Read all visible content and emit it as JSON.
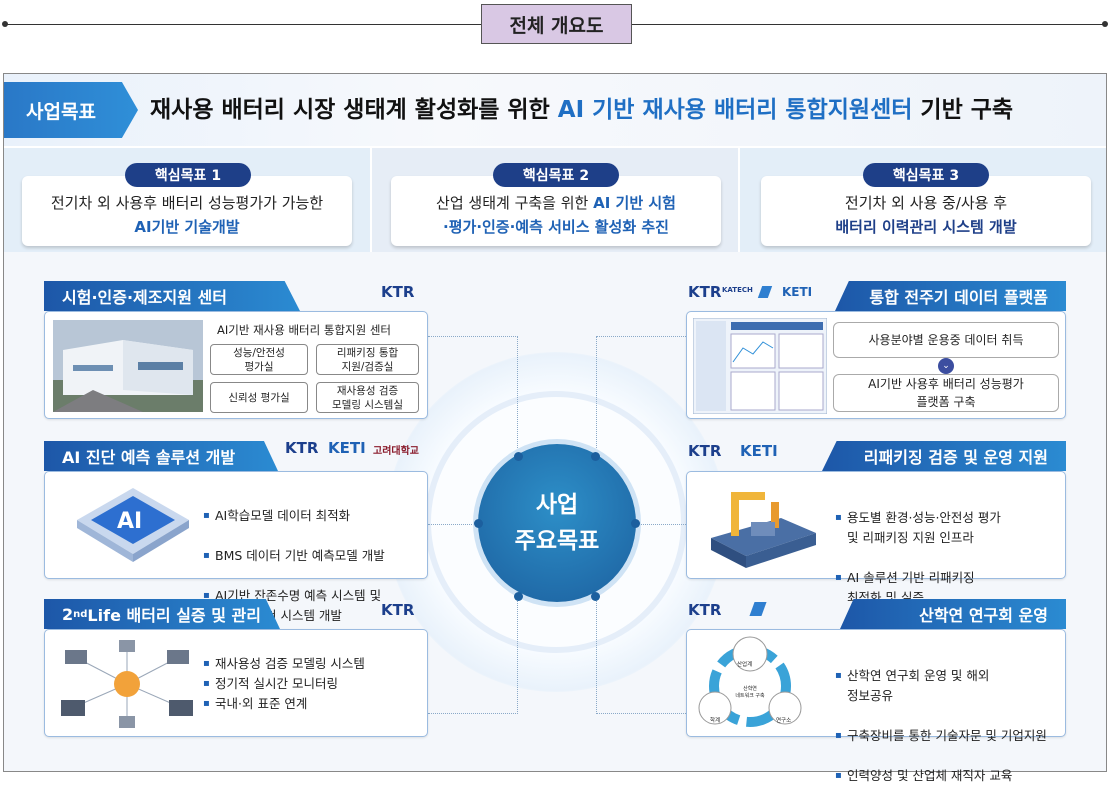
{
  "header": {
    "title": "전체 개요도"
  },
  "goal": {
    "tag": "사업목표",
    "text_a": "재사용 배터리 시장 생태계 활성화를 위한 ",
    "text_b": "AI 기반 재사용 배터리 통합지원센터",
    "text_c": " 기반 구축"
  },
  "core": [
    {
      "tag": "핵심목표 1",
      "line1": "전기차 외 사용후 배터리 성능평가가 가능한",
      "line2": "AI기반 기술개발"
    },
    {
      "tag": "핵심목표 2",
      "line1a": "산업 생태계 구축을 위한 ",
      "line1b": "AI 기반 시험",
      "line2": "·평가·인증·예측 서비스 활성화 추진"
    },
    {
      "tag": "핵심목표 3",
      "line1": "전기차 외 사용 중/사용 후",
      "line2": "배터리 이력관리 시스템 개발"
    }
  ],
  "center": {
    "line1": "사업",
    "line2": "주요목표"
  },
  "logos": {
    "ktr": "KTR",
    "keti": "KETI",
    "korea": "고려대학교",
    "katech": "KATECH"
  },
  "p1": {
    "title": "시험·인증·제조지원 센터",
    "subtitle": "AI기반 재사용 배터리 통합지원 센터",
    "boxes": [
      "성능/안전성\n평가실",
      "리패키징 통합\n지원/검증실",
      "신뢰성 평가실",
      "재사용성 검증\n모델링 시스템실"
    ]
  },
  "p2": {
    "title": "AI 진단 예측 솔루션 개발",
    "bullets": [
      "AI학습모델 데이터 최적화",
      "BMS 데이터 기반 예측모델 개발",
      "AI기반 잔존수명 예측 시스템 및\n용도별 추천 시스템 개발"
    ]
  },
  "p3": {
    "title_a": "2",
    "title_sup": "nd",
    "title_b": " Life 배터리 실증 및 관리",
    "bullets": [
      "재사용성 검증 모델링 시스템",
      "정기적 실시간 모니터링",
      "국내·외 표준 연계"
    ]
  },
  "p4": {
    "title": "통합 전주기 데이터 플랫폼",
    "box1": "사용분야별 운용중 데이터 취득",
    "box2": "AI기반 사용후 배터리 성능평가\n플랫폼 구축"
  },
  "p5": {
    "title": "리패키징 검증 및 운영 지원",
    "bullets": [
      "용도별 환경·성능·안전성 평가\n및 리패키징 지원 인프라",
      "AI 솔루션 기반 리패키징\n최적화 및 실증"
    ]
  },
  "p6": {
    "title": "산학연 연구회 운영",
    "bullets": [
      "산학연 연구회 운영 및 해외\n정보공유",
      "구축장비를 통한 기술자문 및 기업지원",
      "인력양성 및 산업체 재직자 교육"
    ],
    "cycle": {
      "top": "산업계",
      "mid": "산학연\n네트워크 구축",
      "left": "학계",
      "right": "연구소"
    }
  }
}
